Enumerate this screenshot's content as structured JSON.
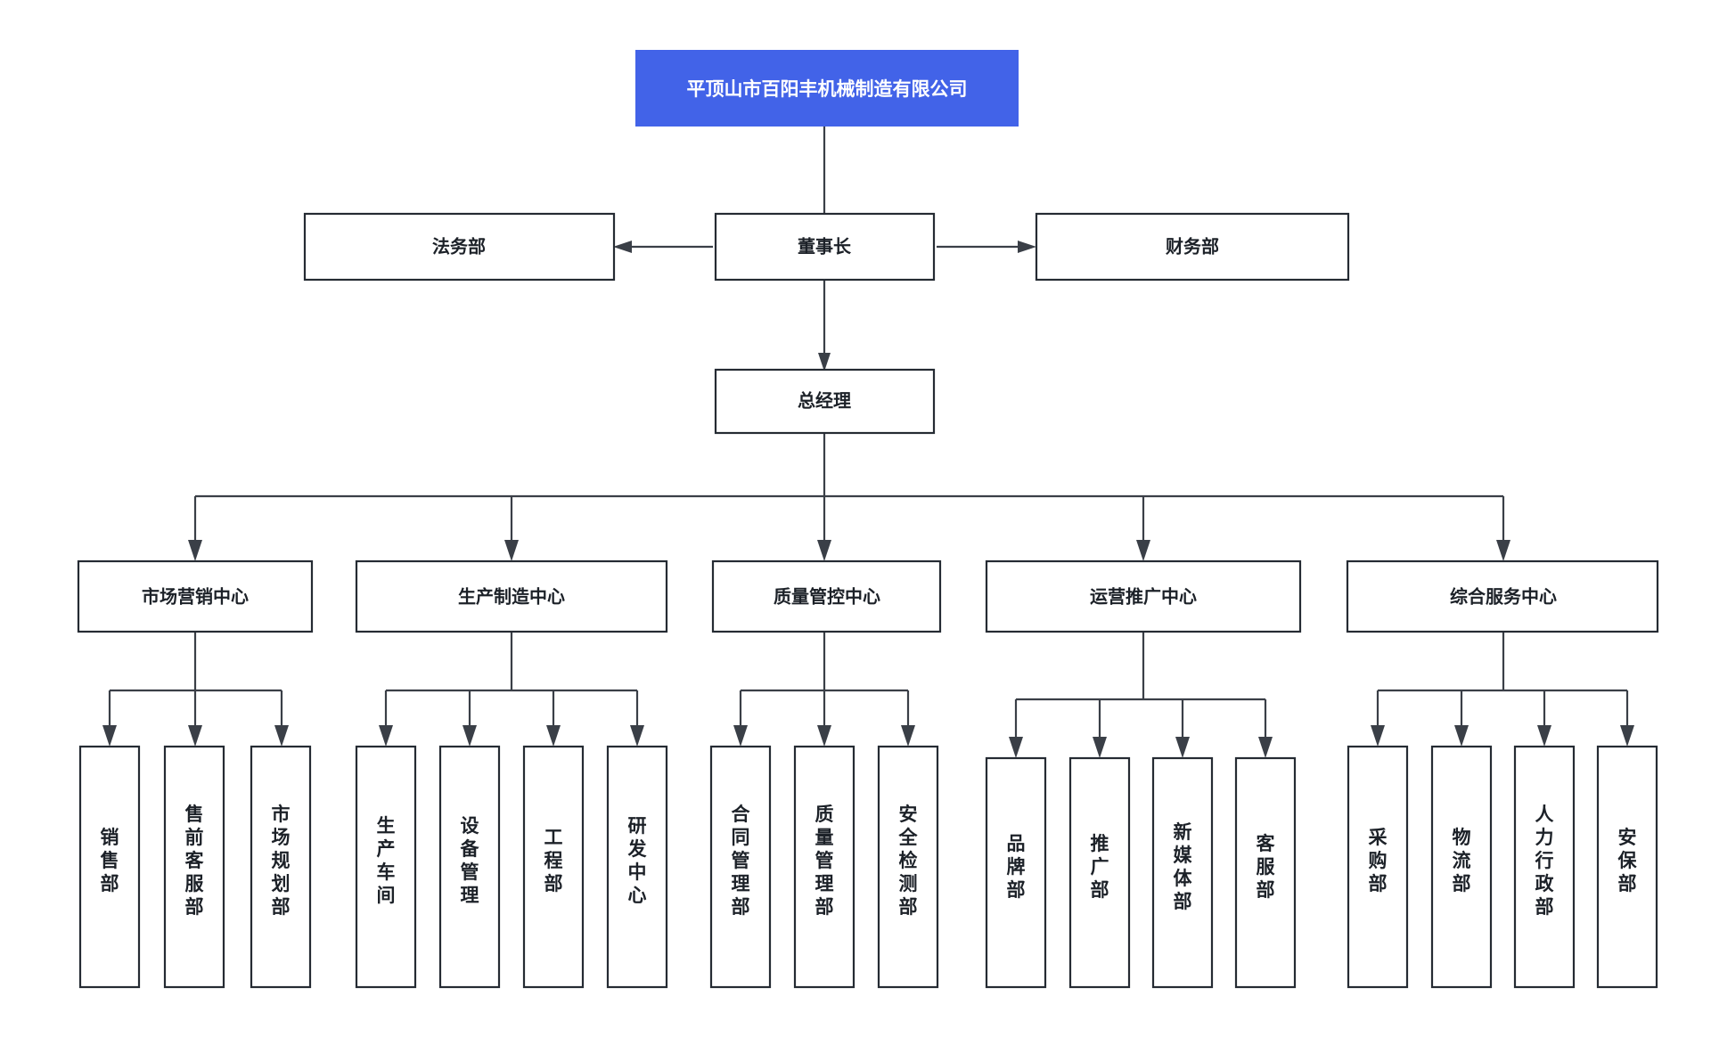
{
  "chart": {
    "title": "平顶山市百阳丰机械制造有限公司",
    "type": "org-chart",
    "colors": {
      "root_fill": "#4263e8",
      "root_text": "#ffffff",
      "box_stroke": "#252b33",
      "box_fill": "#ffffff",
      "connector": "#3a3f47",
      "text": "#1c2128",
      "background": "#ffffff"
    }
  },
  "nodes": {
    "root": "平顶山市百阳丰机械制造有限公司",
    "chairman": "董事长",
    "legal": "法务部",
    "finance": "财务部",
    "general_manager": "总经理"
  },
  "centers": [
    {
      "label": "市场营销中心",
      "children": [
        "销售部",
        "售前客服部",
        "市场规划部"
      ]
    },
    {
      "label": "生产制造中心",
      "children": [
        "生产车间",
        "设备管理",
        "工程部",
        "研发中心"
      ]
    },
    {
      "label": "质量管控中心",
      "children": [
        "合同管理部",
        "质量管理部",
        "安全检测部"
      ]
    },
    {
      "label": "运营推广中心",
      "children": [
        "品牌部",
        "推广部",
        "新媒体部",
        "客服部"
      ]
    },
    {
      "label": "综合服务中心",
      "children": [
        "采购部",
        "物流部",
        "人力行政部",
        "安保部"
      ]
    }
  ]
}
